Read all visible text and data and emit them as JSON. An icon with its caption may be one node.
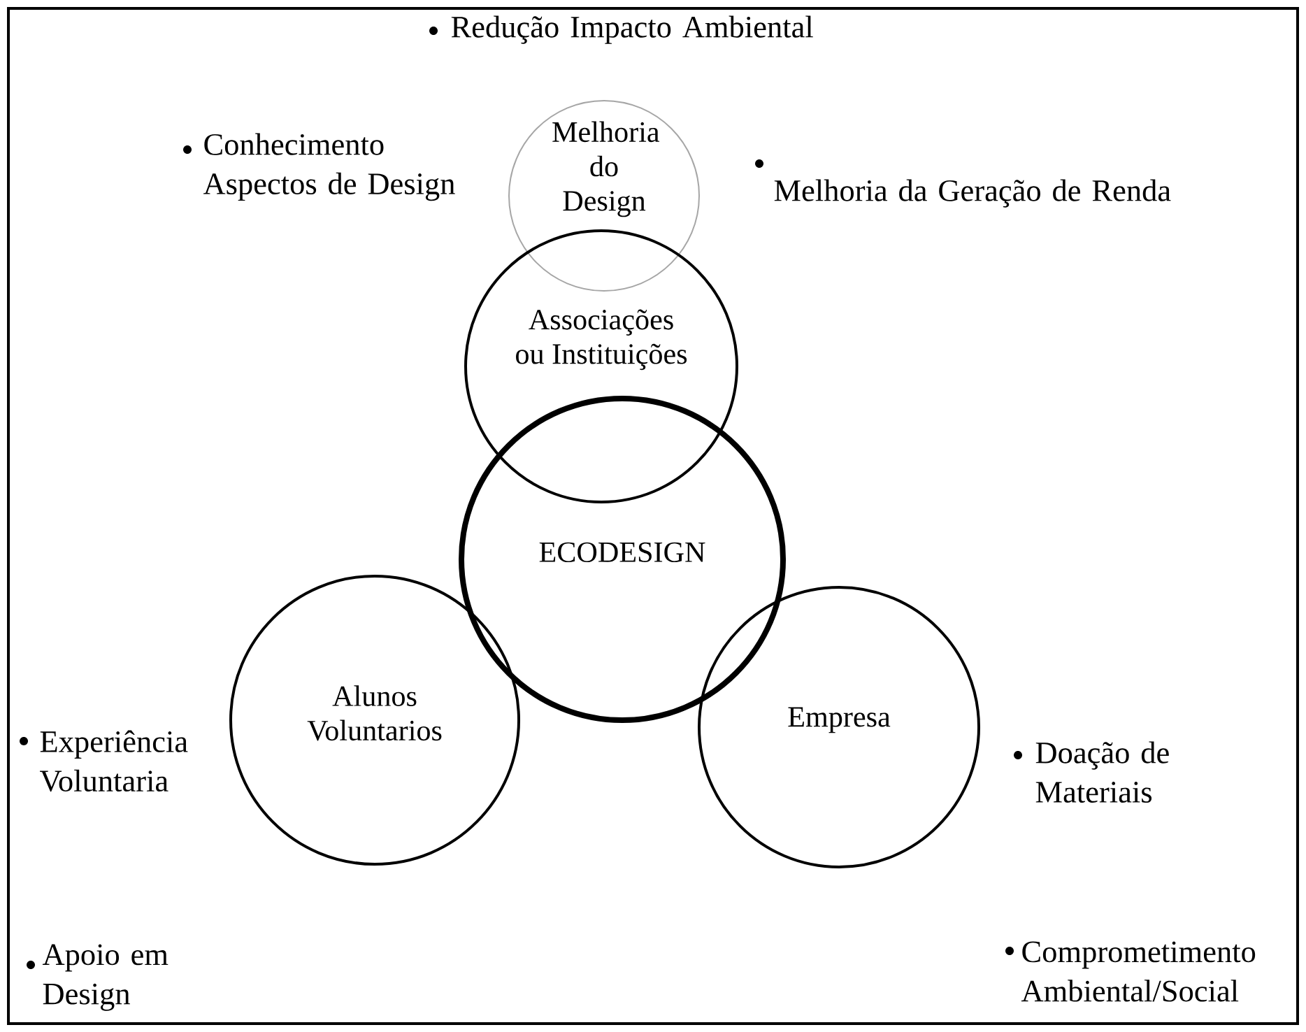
{
  "diagram": {
    "nodes": [
      {
        "text": [
          "Melhoria do Design"
        ]
      },
      {
        "text": [
          "Associações ou Instituições"
        ]
      },
      {
        "text": [
          "ECODESIGN"
        ]
      },
      {
        "text": [
          "Alunos Voluntarios"
        ]
      },
      {
        "text": [
          "Empresa"
        ]
      }
    ],
    "labels": [
      "Redução Impacto Ambiental",
      "Conhecimento Aspectos de Design",
      "Melhoria da Geração de Renda",
      "Experiência Voluntaria",
      "Doação de Materiais",
      "Apoio em Design",
      "Comprometimento Ambiental/Social"
    ]
  }
}
